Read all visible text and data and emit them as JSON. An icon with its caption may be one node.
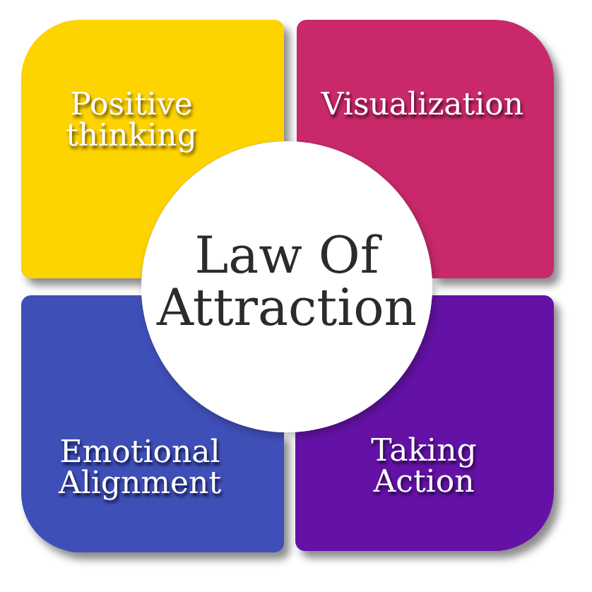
{
  "diagram": {
    "nodes": [
      {
        "text": [
          "Positive thinking"
        ]
      },
      {
        "text": [
          "Visualization"
        ]
      },
      {
        "text": [
          "Law Of Attraction"
        ]
      },
      {
        "text": [
          "Emotional Alignment"
        ]
      },
      {
        "text": [
          "Taking Action"
        ]
      }
    ]
  }
}
